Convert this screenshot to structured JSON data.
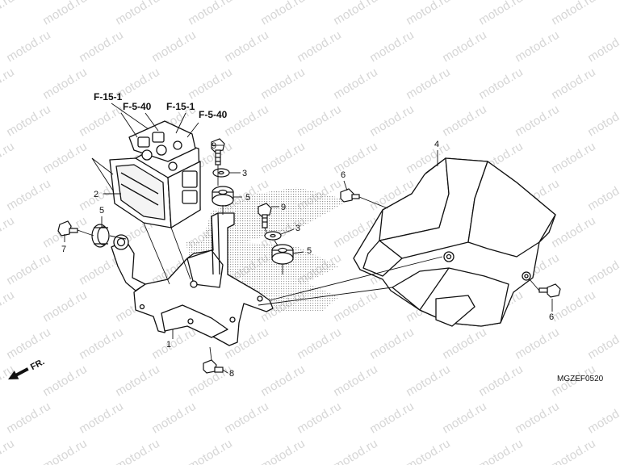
{
  "watermark": {
    "text": "motod.ru"
  },
  "references": {
    "ref1": "F-15-1",
    "ref2": "F-5-40",
    "ref3": "F-15-1",
    "ref4": "F-5-40"
  },
  "callouts": {
    "c1": "1",
    "c2": "2",
    "c3a": "3",
    "c3b": "3",
    "c4": "4",
    "c5a": "5",
    "c5b": "5",
    "c5c": "5",
    "c6a": "6",
    "c6b": "6",
    "c7": "7",
    "c8": "8",
    "c9a": "9",
    "c9b": "9"
  },
  "direction": {
    "label": "FR."
  },
  "diagram_code": "MGZEF0520"
}
